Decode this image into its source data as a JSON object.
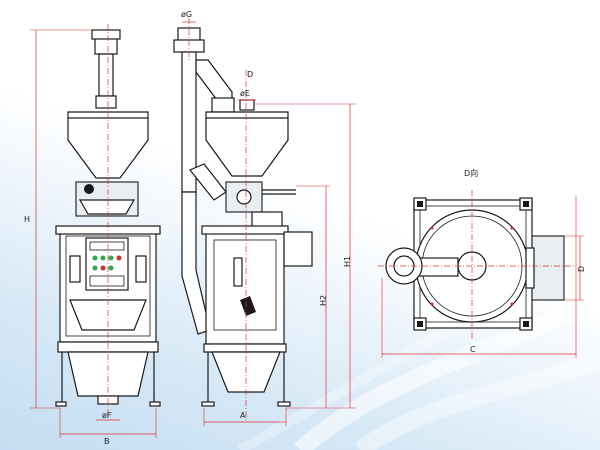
{
  "labels": {
    "total_height": "H",
    "base_width": "B",
    "bottom_outlet": "øF",
    "top_pipe": "øG",
    "view_marker": "D",
    "side_inlet": "øE",
    "height_h1": "H1",
    "height_h2": "H2",
    "depth": "A",
    "view_title": "D向",
    "plan_width": "C",
    "plan_height": "D"
  },
  "colors": {
    "line": "#1a1a1a",
    "centerline": "#e03030",
    "panel_green": "#2fa84a",
    "panel_red": "#d23030"
  }
}
